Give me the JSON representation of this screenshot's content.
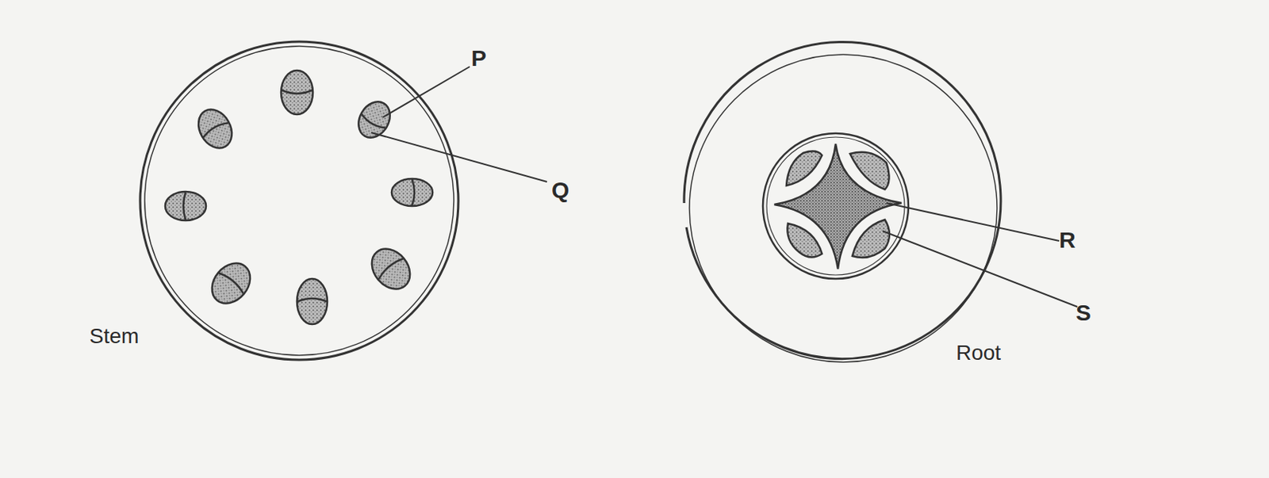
{
  "diagram": {
    "labels": [
      "P",
      "Q",
      "Stem",
      "R",
      "S",
      "Root"
    ]
  }
}
